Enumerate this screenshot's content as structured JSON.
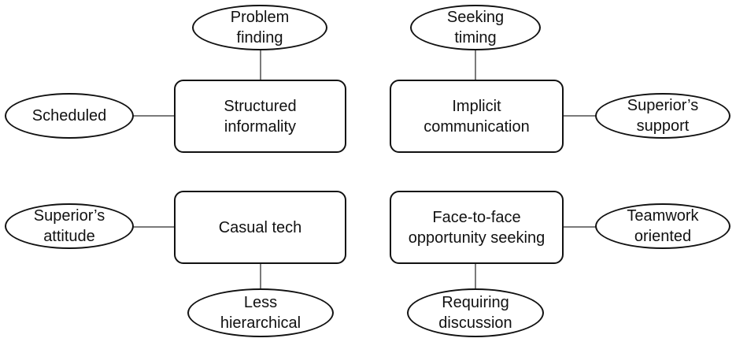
{
  "diagram": {
    "box_structured_informality": "Structured\ninformality",
    "box_implicit_communication": "Implicit\ncommunication",
    "box_casual_tech": "Casual tech",
    "box_face_to_face": "Face-to-face\nopportunity seeking",
    "oval_problem_finding": "Problem\nfinding",
    "oval_scheduled": "Scheduled",
    "oval_seeking_timing": "Seeking\ntiming",
    "oval_superiors_support": "Superior’s\nsupport",
    "oval_superiors_attitude": "Superior’s\nattitude",
    "oval_less_hierarchical": "Less\nhierarchical",
    "oval_teamwork_oriented": "Teamwork\noriented",
    "oval_requiring_discussion": "Requiring\ndiscussion"
  }
}
